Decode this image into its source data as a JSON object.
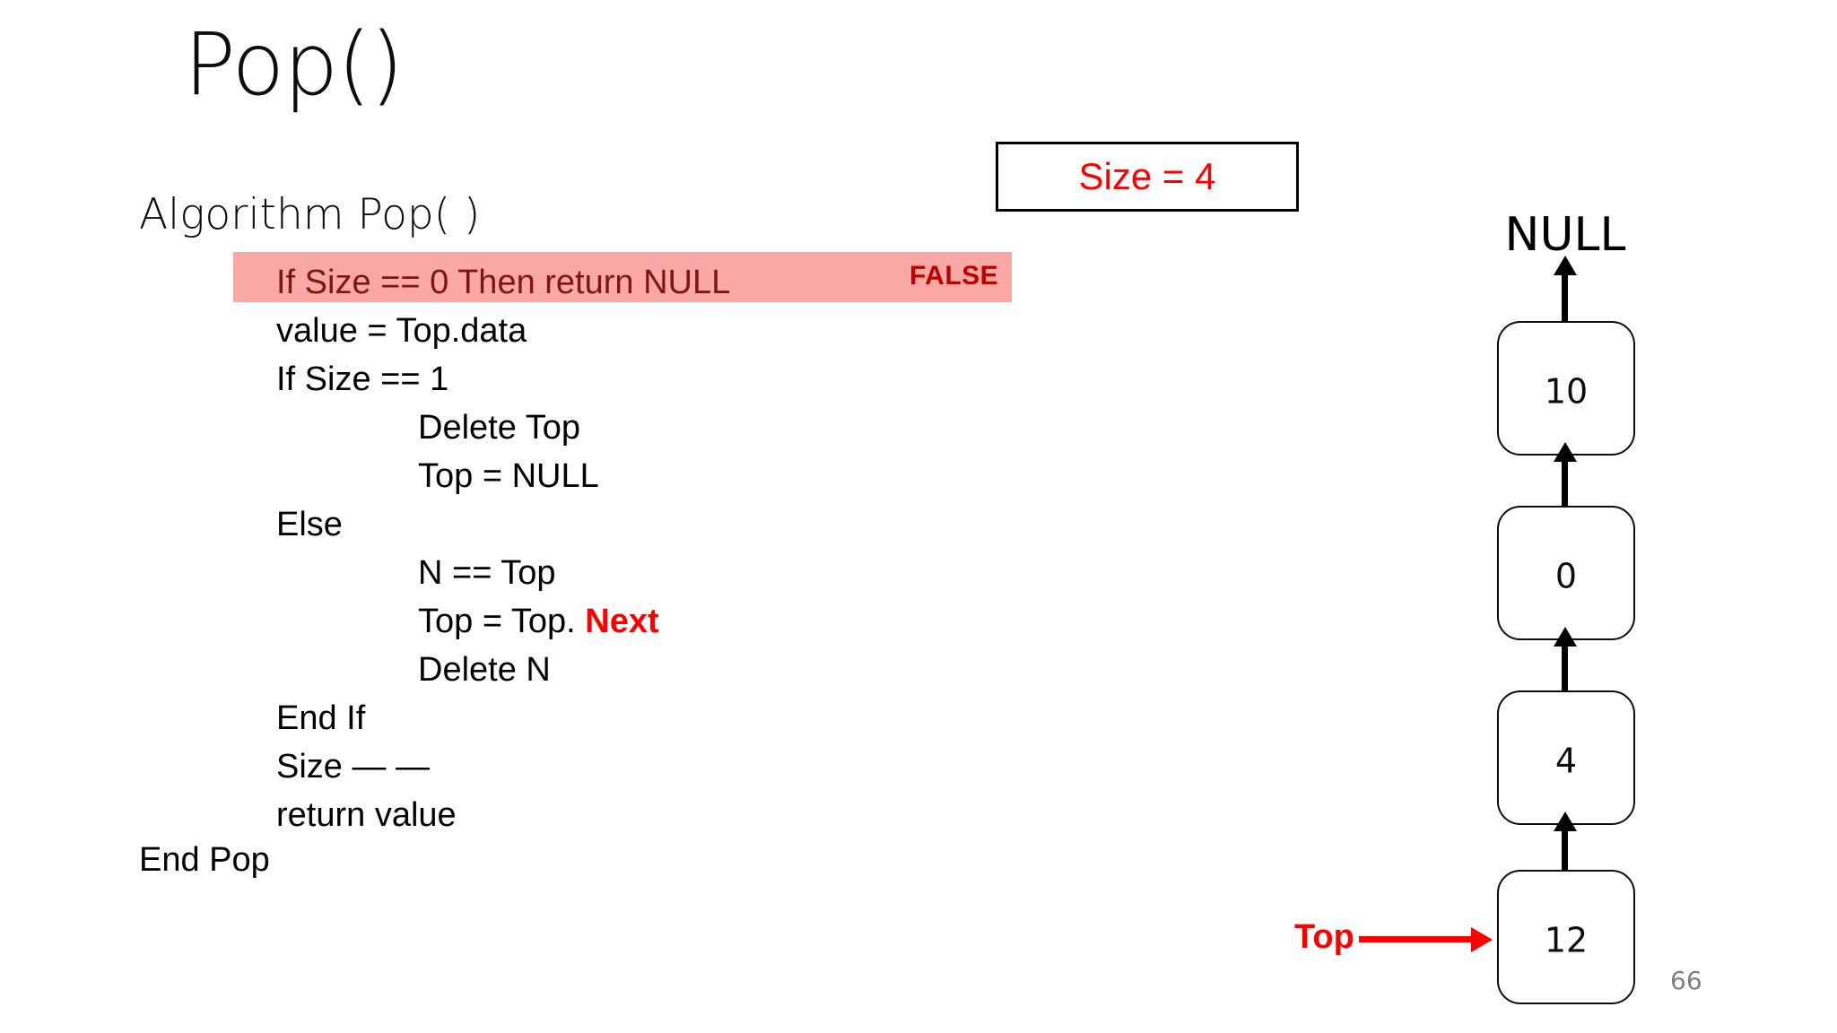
{
  "slide": {
    "title": "Pop()",
    "page_number": "66",
    "background_color": "#FFFFFF"
  },
  "algorithm": {
    "header": "Algorithm Pop( )",
    "footer": "End Pop",
    "highlight_color": "#FAA8A5",
    "highlight_text_color": "#7F1512",
    "false_tag": "FALSE",
    "false_tag_color": "#C00000",
    "lines": [
      {
        "text": "If Size == 0 Then return NULL",
        "indent": 1,
        "highlighted": true
      },
      {
        "text": "value = Top.data",
        "indent": 1,
        "highlighted": false
      },
      {
        "text": "If Size == 1",
        "indent": 1,
        "highlighted": false
      },
      {
        "text": "Delete Top",
        "indent": 2,
        "highlighted": false
      },
      {
        "text": "Top = NULL",
        "indent": 2,
        "highlighted": false
      },
      {
        "text": "Else",
        "indent": 1,
        "highlighted": false
      },
      {
        "text": "N == Top",
        "indent": 2,
        "highlighted": false
      },
      {
        "text": "Top = Top. ",
        "indent": 2,
        "highlighted": false,
        "keyword": "Next",
        "keyword_color": "#FF0000"
      },
      {
        "text": "Delete N",
        "indent": 2,
        "highlighted": false
      },
      {
        "text": "End If",
        "indent": 1,
        "highlighted": false
      },
      {
        "text": "Size — —",
        "indent": 1,
        "highlighted": false
      },
      {
        "text": "return value",
        "indent": 1,
        "highlighted": false
      }
    ]
  },
  "size_box": {
    "text": "Size = 4",
    "value": 4,
    "text_color": "#FF0000",
    "border_color": "#000000"
  },
  "linked_list": {
    "null_label": "NULL",
    "top_pointer_label": "Top",
    "top_pointer_color": "#FF0000",
    "nodes": [
      {
        "value": "10"
      },
      {
        "value": "0"
      },
      {
        "value": "4"
      },
      {
        "value": "12"
      }
    ]
  }
}
